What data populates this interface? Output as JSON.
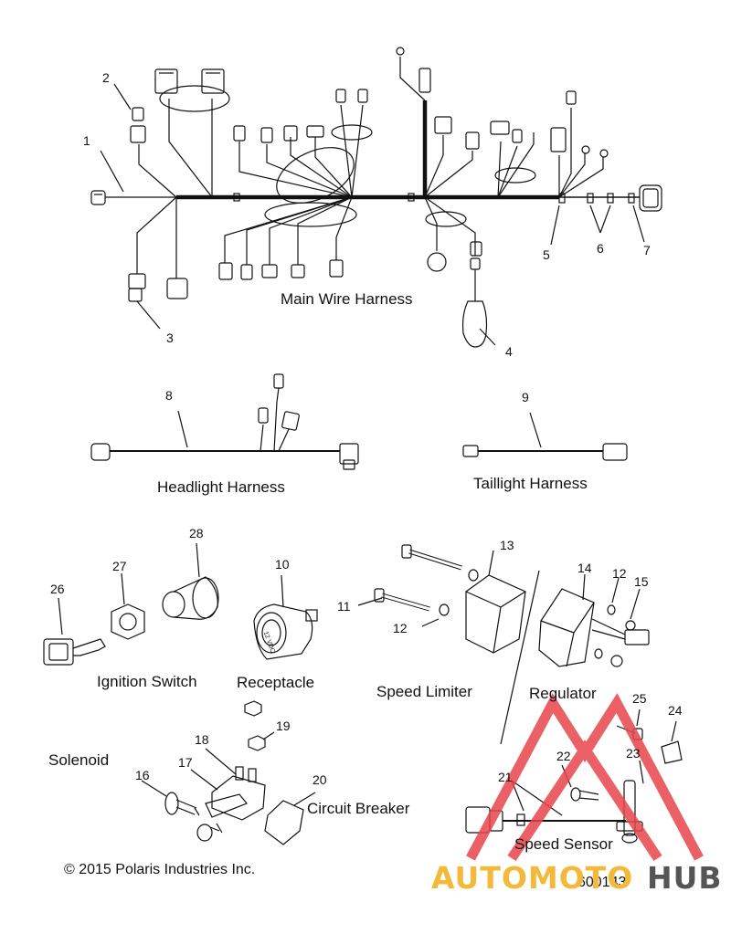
{
  "assemblies": {
    "main": "Main Wire Harness",
    "headlight": "Headlight Harness",
    "taillight": "Taillight Harness",
    "ignition": "Ignition Switch",
    "receptacle": "Receptacle",
    "speed_limiter": "Speed Limiter",
    "regulator": "Regulator",
    "solenoid": "Solenoid",
    "circuit_breaker": "Circuit Breaker",
    "speed_sensor": "Speed Sensor"
  },
  "callouts": {
    "c1": "1",
    "c2": "2",
    "c3": "3",
    "c4": "4",
    "c5": "5",
    "c6": "6",
    "c7": "7",
    "c8": "8",
    "c9": "9",
    "c10": "10",
    "c11": "11",
    "c12a": "12",
    "c12b": "12",
    "c13": "13",
    "c14": "14",
    "c15": "15",
    "c16": "16",
    "c17": "17",
    "c18": "18",
    "c19": "19",
    "c20": "20",
    "c21": "21",
    "c22": "22",
    "c23": "23",
    "c24": "24",
    "c25": "25",
    "c26": "26",
    "c27": "27",
    "c28": "28"
  },
  "copyright": "© 2015 Polaris Industries Inc.",
  "figure_id": "600143",
  "receptacle_marking": "12 VDC",
  "watermark": {
    "part1": "AUTOMOTO",
    "part2": "HUB",
    "color_accent": "#f4b93b",
    "color_dark": "#555555",
    "color_triangle": "#e8454b"
  }
}
